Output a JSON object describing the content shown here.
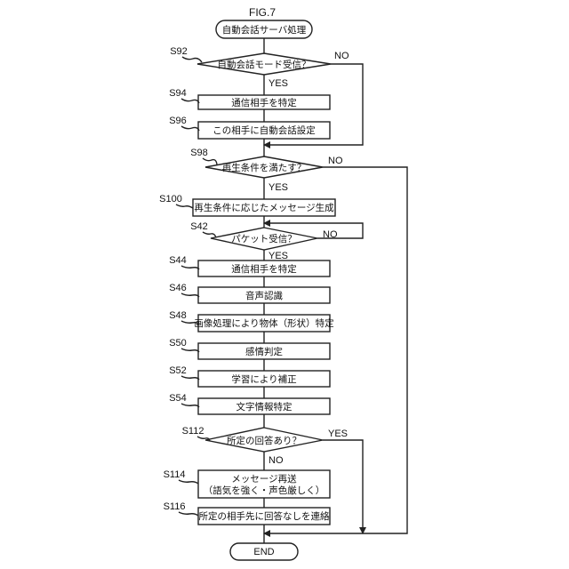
{
  "figure": {
    "title": "FIG.7"
  },
  "start": {
    "text": "自動会話サーバ処理"
  },
  "end": {
    "text": "END"
  },
  "steps": {
    "s92": {
      "label": "S92",
      "text": "自動会話モード受信？",
      "yes": "YES",
      "no": "NO"
    },
    "s94": {
      "label": "S94",
      "text": "通信相手を特定"
    },
    "s96": {
      "label": "S96",
      "text": "この相手に自動会話設定"
    },
    "s98": {
      "label": "S98",
      "text": "再生条件を満たす？",
      "yes": "YES",
      "no": "NO"
    },
    "s100": {
      "label": "S100",
      "text": "再生条件に応じたメッセージ生成"
    },
    "s42": {
      "label": "S42",
      "text": "パケット受信？",
      "yes": "YES",
      "no": "NO"
    },
    "s44": {
      "label": "S44",
      "text": "通信相手を特定"
    },
    "s46": {
      "label": "S46",
      "text": "音声認識"
    },
    "s48": {
      "label": "S48",
      "text": "画像処理により物体（形状）特定"
    },
    "s50": {
      "label": "S50",
      "text": "感情判定"
    },
    "s52": {
      "label": "S52",
      "text": "学習により補正"
    },
    "s54": {
      "label": "S54",
      "text": "文字情報特定"
    },
    "s112": {
      "label": "S112",
      "text": "所定の回答あり？",
      "yes": "YES",
      "no": "NO"
    },
    "s114": {
      "label": "S114",
      "line1": "メッセージ再送",
      "line2": "（語気を強く・声色厳しく）"
    },
    "s116": {
      "label": "S116",
      "text": "所定の相手先に回答なしを連絡"
    }
  }
}
